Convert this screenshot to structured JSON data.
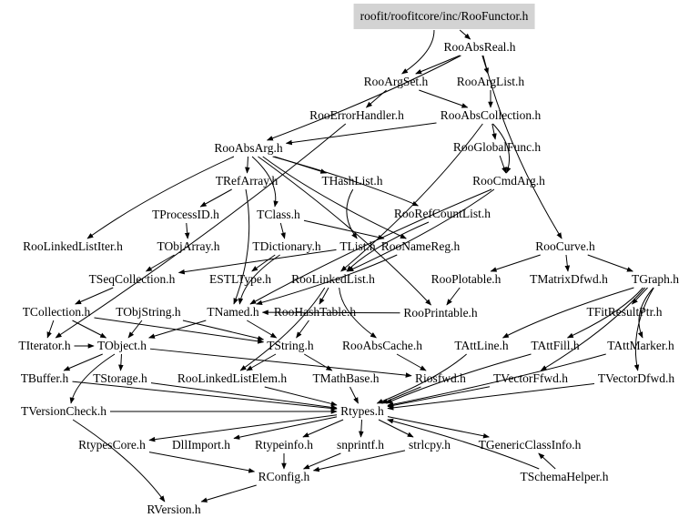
{
  "root": "roofit/roofitcore/inc/RooFunctor.h",
  "colors": {
    "root_fill": "#d3d3d3",
    "edge": "#000000",
    "background": "#ffffff"
  },
  "nodes": [
    {
      "id": "root",
      "label": "roofit/roofitcore/inc/RooFunctor.h"
    },
    {
      "id": "RooAbsReal",
      "label": "RooAbsReal.h"
    },
    {
      "id": "RooArgSet",
      "label": "RooArgSet.h"
    },
    {
      "id": "RooArgList",
      "label": "RooArgList.h"
    },
    {
      "id": "RooErrorHandler",
      "label": "RooErrorHandler.h"
    },
    {
      "id": "RooAbsCollection",
      "label": "RooAbsCollection.h"
    },
    {
      "id": "RooAbsArg",
      "label": "RooAbsArg.h"
    },
    {
      "id": "RooGlobalFunc",
      "label": "RooGlobalFunc.h"
    },
    {
      "id": "TRefArray",
      "label": "TRefArray.h"
    },
    {
      "id": "THashList",
      "label": "THashList.h"
    },
    {
      "id": "RooCmdArg",
      "label": "RooCmdArg.h"
    },
    {
      "id": "TProcessID",
      "label": "TProcessID.h"
    },
    {
      "id": "TClass",
      "label": "TClass.h"
    },
    {
      "id": "RooRefCountList",
      "label": "RooRefCountList.h"
    },
    {
      "id": "RooLinkedListIter",
      "label": "RooLinkedListIter.h"
    },
    {
      "id": "TObjArray",
      "label": "TObjArray.h"
    },
    {
      "id": "TDictionary",
      "label": "TDictionary.h"
    },
    {
      "id": "TList",
      "label": "TList.h"
    },
    {
      "id": "RooNameReg",
      "label": "RooNameReg.h"
    },
    {
      "id": "RooCurve",
      "label": "RooCurve.h"
    },
    {
      "id": "TSeqCollection",
      "label": "TSeqCollection.h"
    },
    {
      "id": "ESTLType",
      "label": "ESTLType.h"
    },
    {
      "id": "RooLinkedList",
      "label": "RooLinkedList.h"
    },
    {
      "id": "RooPlotable",
      "label": "RooPlotable.h"
    },
    {
      "id": "TMatrixDfwd",
      "label": "TMatrixDfwd.h"
    },
    {
      "id": "TGraph",
      "label": "TGraph.h"
    },
    {
      "id": "TCollection",
      "label": "TCollection.h"
    },
    {
      "id": "TObjString",
      "label": "TObjString.h"
    },
    {
      "id": "TNamed",
      "label": "TNamed.h"
    },
    {
      "id": "RooHashTable",
      "label": "RooHashTable.h"
    },
    {
      "id": "RooPrintable",
      "label": "RooPrintable.h"
    },
    {
      "id": "TFitResultPtr",
      "label": "TFitResultPtr.h"
    },
    {
      "id": "TIterator",
      "label": "TIterator.h"
    },
    {
      "id": "TObject",
      "label": "TObject.h"
    },
    {
      "id": "TString",
      "label": "TString.h"
    },
    {
      "id": "RooAbsCache",
      "label": "RooAbsCache.h"
    },
    {
      "id": "TAttLine",
      "label": "TAttLine.h"
    },
    {
      "id": "TAttFill",
      "label": "TAttFill.h"
    },
    {
      "id": "TAttMarker",
      "label": "TAttMarker.h"
    },
    {
      "id": "TBuffer",
      "label": "TBuffer.h"
    },
    {
      "id": "TStorage",
      "label": "TStorage.h"
    },
    {
      "id": "RooLinkedListElem",
      "label": "RooLinkedListElem.h"
    },
    {
      "id": "TMathBase",
      "label": "TMathBase.h"
    },
    {
      "id": "Riosfwd",
      "label": "Riosfwd.h"
    },
    {
      "id": "TVectorFfwd",
      "label": "TVectorFfwd.h"
    },
    {
      "id": "TVectorDfwd",
      "label": "TVectorDfwd.h"
    },
    {
      "id": "TVersionCheck",
      "label": "TVersionCheck.h"
    },
    {
      "id": "Rtypes",
      "label": "Rtypes.h"
    },
    {
      "id": "RtypesCore",
      "label": "RtypesCore.h"
    },
    {
      "id": "DllImport",
      "label": "DllImport.h"
    },
    {
      "id": "Rtypeinfo",
      "label": "Rtypeinfo.h"
    },
    {
      "id": "snprintf",
      "label": "snprintf.h"
    },
    {
      "id": "strlcpy",
      "label": "strlcpy.h"
    },
    {
      "id": "TGenericClassInfo",
      "label": "TGenericClassInfo.h"
    },
    {
      "id": "RConfig",
      "label": "RConfig.h"
    },
    {
      "id": "TSchemaHelper",
      "label": "TSchemaHelper.h"
    },
    {
      "id": "RVersion",
      "label": "RVersion.h"
    }
  ],
  "edges": [
    [
      "root",
      "RooAbsReal"
    ],
    [
      "root",
      "RooArgSet"
    ],
    [
      "RooAbsReal",
      "RooArgSet"
    ],
    [
      "RooAbsReal",
      "RooArgList"
    ],
    [
      "RooAbsReal",
      "RooCurve"
    ],
    [
      "RooAbsReal",
      "RooAbsArg"
    ],
    [
      "RooArgSet",
      "RooErrorHandler"
    ],
    [
      "RooArgSet",
      "RooAbsCollection"
    ],
    [
      "RooArgList",
      "RooAbsCollection"
    ],
    [
      "RooErrorHandler",
      "TIterator"
    ],
    [
      "RooAbsCollection",
      "RooAbsArg"
    ],
    [
      "RooAbsCollection",
      "RooCmdArg"
    ],
    [
      "RooAbsCollection",
      "RooGlobalFunc"
    ],
    [
      "RooAbsCollection",
      "RooLinkedList"
    ],
    [
      "RooGlobalFunc",
      "RooCmdArg"
    ],
    [
      "RooAbsArg",
      "TRefArray"
    ],
    [
      "RooAbsArg",
      "THashList"
    ],
    [
      "RooAbsArg",
      "TClass"
    ],
    [
      "RooAbsArg",
      "RooLinkedListIter"
    ],
    [
      "RooAbsArg",
      "RooRefCountList"
    ],
    [
      "RooAbsArg",
      "RooNameReg"
    ],
    [
      "RooAbsArg",
      "RooPrintable"
    ],
    [
      "TRefArray",
      "TProcessID"
    ],
    [
      "TRefArray",
      "TNamed"
    ],
    [
      "TProcessID",
      "TObjArray"
    ],
    [
      "TClass",
      "TDictionary"
    ],
    [
      "TClass",
      "RooNameReg"
    ],
    [
      "TObjArray",
      "TSeqCollection"
    ],
    [
      "THashList",
      "TList"
    ],
    [
      "TDictionary",
      "ESTLType"
    ],
    [
      "TDictionary",
      "TNamed"
    ],
    [
      "TList",
      "TSeqCollection"
    ],
    [
      "RooCmdArg",
      "TNamed"
    ],
    [
      "RooCmdArg",
      "RooLinkedList"
    ],
    [
      "RooRefCountList",
      "RooLinkedList"
    ],
    [
      "RooNameReg",
      "TNamed"
    ],
    [
      "RooCurve",
      "TGraph"
    ],
    [
      "RooCurve",
      "RooPlotable"
    ],
    [
      "RooCurve",
      "TMatrixDfwd"
    ],
    [
      "TSeqCollection",
      "TCollection"
    ],
    [
      "RooLinkedList",
      "RooHashTable"
    ],
    [
      "RooLinkedList",
      "RooLinkedListElem"
    ],
    [
      "RooLinkedList",
      "RooAbsCache"
    ],
    [
      "RooPlotable",
      "RooPrintable"
    ],
    [
      "TGraph",
      "TAttLine"
    ],
    [
      "TGraph",
      "TAttFill"
    ],
    [
      "TGraph",
      "TAttMarker"
    ],
    [
      "TGraph",
      "TVectorFfwd"
    ],
    [
      "TGraph",
      "TVectorDfwd"
    ],
    [
      "TGraph",
      "TFitResultPtr"
    ],
    [
      "TCollection",
      "TObject"
    ],
    [
      "TCollection",
      "TIterator"
    ],
    [
      "TCollection",
      "TString"
    ],
    [
      "TObjString",
      "TObject"
    ],
    [
      "TObjString",
      "TString"
    ],
    [
      "TNamed",
      "TObject"
    ],
    [
      "TNamed",
      "TString"
    ],
    [
      "RooHashTable",
      "TString"
    ],
    [
      "RooPrintable",
      "TNamed"
    ],
    [
      "TIterator",
      "TObject"
    ],
    [
      "TObject",
      "TStorage"
    ],
    [
      "TObject",
      "TBuffer"
    ],
    [
      "TObject",
      "TVersionCheck"
    ],
    [
      "TObject",
      "Riosfwd"
    ],
    [
      "TString",
      "RooLinkedListElem"
    ],
    [
      "TString",
      "TMathBase"
    ],
    [
      "RooAbsCache",
      "Riosfwd"
    ],
    [
      "TAttLine",
      "Rtypes"
    ],
    [
      "TAttFill",
      "Rtypes"
    ],
    [
      "TAttMarker",
      "Rtypes"
    ],
    [
      "TBuffer",
      "Rtypes"
    ],
    [
      "TStorage",
      "Rtypes"
    ],
    [
      "RooLinkedListElem",
      "Rtypes"
    ],
    [
      "TMathBase",
      "Rtypes"
    ],
    [
      "Riosfwd",
      "Rtypes"
    ],
    [
      "TVectorFfwd",
      "Rtypes"
    ],
    [
      "TVectorDfwd",
      "Rtypes"
    ],
    [
      "TVersionCheck",
      "Rtypes"
    ],
    [
      "Rtypes",
      "RtypesCore"
    ],
    [
      "Rtypes",
      "DllImport"
    ],
    [
      "Rtypes",
      "Rtypeinfo"
    ],
    [
      "Rtypes",
      "snprintf"
    ],
    [
      "Rtypes",
      "strlcpy"
    ],
    [
      "Rtypes",
      "TGenericClassInfo"
    ],
    [
      "RtypesCore",
      "RConfig"
    ],
    [
      "Rtypeinfo",
      "RConfig"
    ],
    [
      "snprintf",
      "RConfig"
    ],
    [
      "strlcpy",
      "RConfig"
    ],
    [
      "TSchemaHelper",
      "TGenericClassInfo"
    ],
    [
      "TSchemaHelper",
      "Rtypes"
    ],
    [
      "RConfig",
      "RVersion"
    ],
    [
      "TVersionCheck",
      "RVersion"
    ]
  ]
}
